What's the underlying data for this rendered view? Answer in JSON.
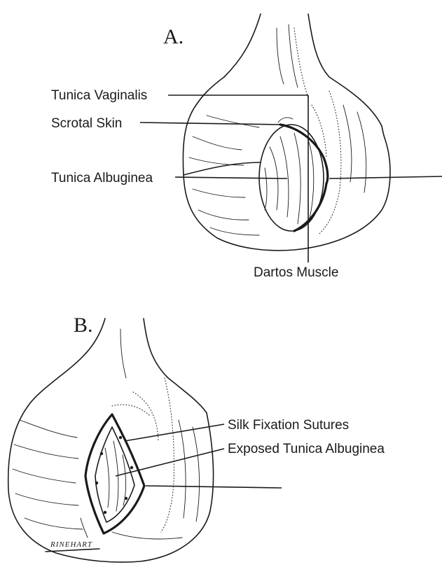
{
  "panel_a": {
    "letter": "A.",
    "labels": {
      "tunica_vaginalis": "Tunica Vaginalis",
      "scrotal_skin": "Scrotal Skin",
      "tunica_albuginea": "Tunica Albuginea",
      "dartos_muscle": "Dartos Muscle"
    }
  },
  "panel_b": {
    "letter": "B.",
    "labels": {
      "silk_fixation_sutures": "Silk Fixation Sutures",
      "exposed_tunica_albuginea": "Exposed Tunica Albuginea"
    }
  },
  "signature": "RINEHART"
}
